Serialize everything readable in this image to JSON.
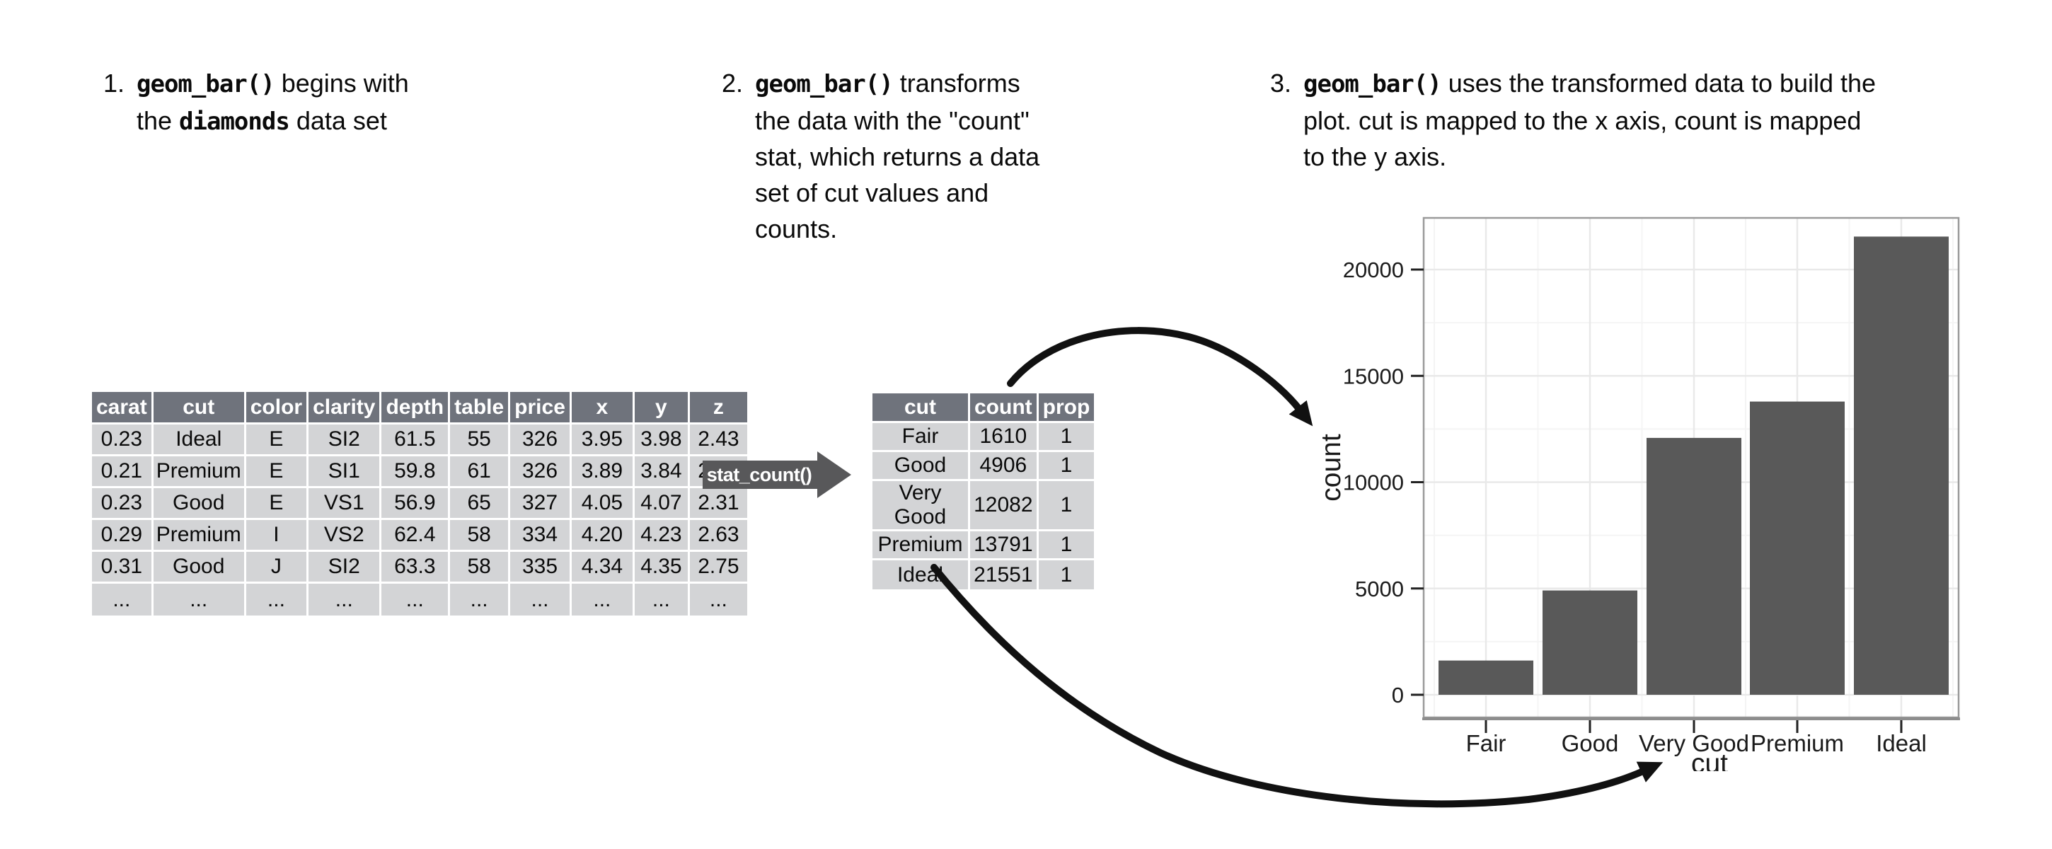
{
  "steps": [
    {
      "num": "1.",
      "lines": [
        [
          {
            "t": "geom_bar()",
            "code": true
          },
          {
            "t": " begins with"
          }
        ],
        [
          {
            "t": "the "
          },
          {
            "t": "diamonds",
            "code": true
          },
          {
            "t": " data set"
          }
        ]
      ]
    },
    {
      "num": "2.",
      "lines": [
        [
          {
            "t": "geom_bar()",
            "code": true
          },
          {
            "t": " transforms"
          }
        ],
        [
          {
            "t": "the data with the \"count\""
          }
        ],
        [
          {
            "t": "stat, which returns a data"
          }
        ],
        [
          {
            "t": "set of cut values and"
          }
        ],
        [
          {
            "t": "counts."
          }
        ]
      ]
    },
    {
      "num": "3.",
      "lines": [
        [
          {
            "t": "geom_bar()",
            "code": true
          },
          {
            "t": " uses the transformed data to build the"
          }
        ],
        [
          {
            "t": "plot. cut is mapped to the x axis, count is mapped"
          }
        ],
        [
          {
            "t": "to the y axis."
          }
        ]
      ]
    }
  ],
  "diamonds_table": {
    "headers": [
      "carat",
      "cut",
      "color",
      "clarity",
      "depth",
      "table",
      "price",
      "x",
      "y",
      "z"
    ],
    "rows": [
      [
        "0.23",
        "Ideal",
        "E",
        "SI2",
        "61.5",
        "55",
        "326",
        "3.95",
        "3.98",
        "2.43"
      ],
      [
        "0.21",
        "Premium",
        "E",
        "SI1",
        "59.8",
        "61",
        "326",
        "3.89",
        "3.84",
        "2.31"
      ],
      [
        "0.23",
        "Good",
        "E",
        "VS1",
        "56.9",
        "65",
        "327",
        "4.05",
        "4.07",
        "2.31"
      ],
      [
        "0.29",
        "Premium",
        "I",
        "VS2",
        "62.4",
        "58",
        "334",
        "4.20",
        "4.23",
        "2.63"
      ],
      [
        "0.31",
        "Good",
        "J",
        "SI2",
        "63.3",
        "58",
        "335",
        "4.34",
        "4.35",
        "2.75"
      ],
      [
        "...",
        "...",
        "...",
        "...",
        "...",
        "...",
        "...",
        "...",
        "...",
        "..."
      ]
    ]
  },
  "stat_arrow": {
    "label": "stat_count()"
  },
  "count_table": {
    "headers": [
      "cut",
      "count",
      "prop"
    ],
    "rows": [
      [
        "Fair",
        "1610",
        "1"
      ],
      [
        "Good",
        "4906",
        "1"
      ],
      [
        "Very Good",
        "12082",
        "1"
      ],
      [
        "Premium",
        "13791",
        "1"
      ],
      [
        "Ideal",
        "21551",
        "1"
      ]
    ]
  },
  "chart_data": {
    "type": "bar",
    "categories": [
      "Fair",
      "Good",
      "Very Good",
      "Premium",
      "Ideal"
    ],
    "values": [
      1610,
      4906,
      12082,
      13791,
      21551
    ],
    "title": "",
    "xlabel": "cut",
    "ylabel": "count",
    "yticks": [
      0,
      5000,
      10000,
      15000,
      20000
    ],
    "ylim": [
      0,
      22500
    ],
    "grid": "major and minor gridlines, white panel, gray border",
    "legend": "none",
    "bar_color": "#595959"
  },
  "colors": {
    "table_header_bg": "#6f737c",
    "table_cell_bg": "#d3d4d6",
    "stat_arrow_bg": "#58585a",
    "bar_fill": "#595959",
    "grid_major": "#e9e9e9",
    "grid_minor": "#f4f4f4",
    "panel_border": "#9a9a9a",
    "axis_text": "#1a1a1a",
    "flow_arrow": "#111111"
  }
}
